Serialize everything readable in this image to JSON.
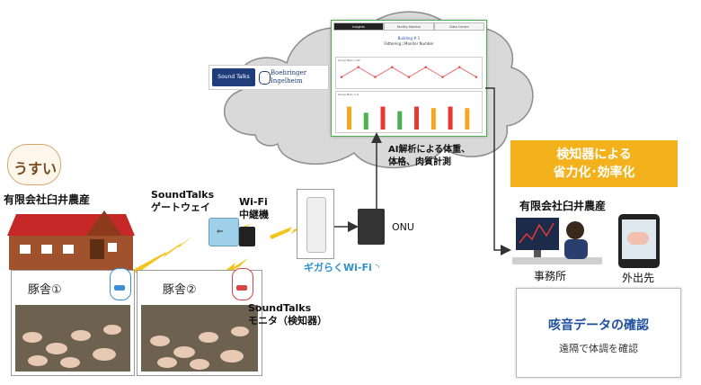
{
  "cloud": {
    "logo": {
      "badge_text": "Sound Talks",
      "brand_line1": "Boehringer",
      "brand_line2": "Ingelheim"
    },
    "dashboard": {
      "tabs": [
        "Insights",
        "Facility Monitor",
        "Data Centre"
      ],
      "title_line1": "Building # 1",
      "title_line2": "Fattening | Monitor Number",
      "chart1_caption": "Group Barn 1.02",
      "chart2_caption": "Group Barn 1.0",
      "line_points": [
        2,
        5,
        2,
        5,
        2,
        5,
        2,
        5,
        2
      ],
      "bars": [
        {
          "level": 0.75,
          "color": "#f5a623"
        },
        {
          "level": 0.55,
          "color": "#4caf50"
        },
        {
          "level": 0.75,
          "color": "#e53935"
        },
        {
          "level": 0.6,
          "color": "#4caf50"
        },
        {
          "level": 0.75,
          "color": "#e53935"
        },
        {
          "level": 0.7,
          "color": "#f5a623"
        },
        {
          "level": 0.75,
          "color": "#e53935"
        },
        {
          "level": 0.7,
          "color": "#f5a623"
        }
      ]
    }
  },
  "farm": {
    "badge": "うすい",
    "name": "有限会社臼井農産",
    "pen1": "豚舎①",
    "pen2": "豚舎②"
  },
  "devices": {
    "gateway_line1": "SoundTalks",
    "gateway_line2": "ゲートウェイ",
    "wifi_line1": "Wi-Fi",
    "wifi_line2": "中継機",
    "wifi_brand": "ギガらくWi-Fi",
    "onu": "ONU",
    "monitor_line1": "SoundTalks",
    "monitor_line2": "モニタ（検知器）"
  },
  "ai": {
    "line1": "AI解析による体重、",
    "line2": "体格、肉質計測"
  },
  "benefit": {
    "line1": "検知器による",
    "line2": "省力化･効率化",
    "company": "有限会社臼井農産",
    "office": "事務所",
    "outside": "外出先",
    "check_title": "咳音データの確認",
    "check_sub": "遠隔で体調を確認"
  },
  "colors": {
    "accent_orange": "#f3b21c",
    "check_title_blue": "#1e4fa0",
    "dashboard_border": "#4caf50"
  }
}
